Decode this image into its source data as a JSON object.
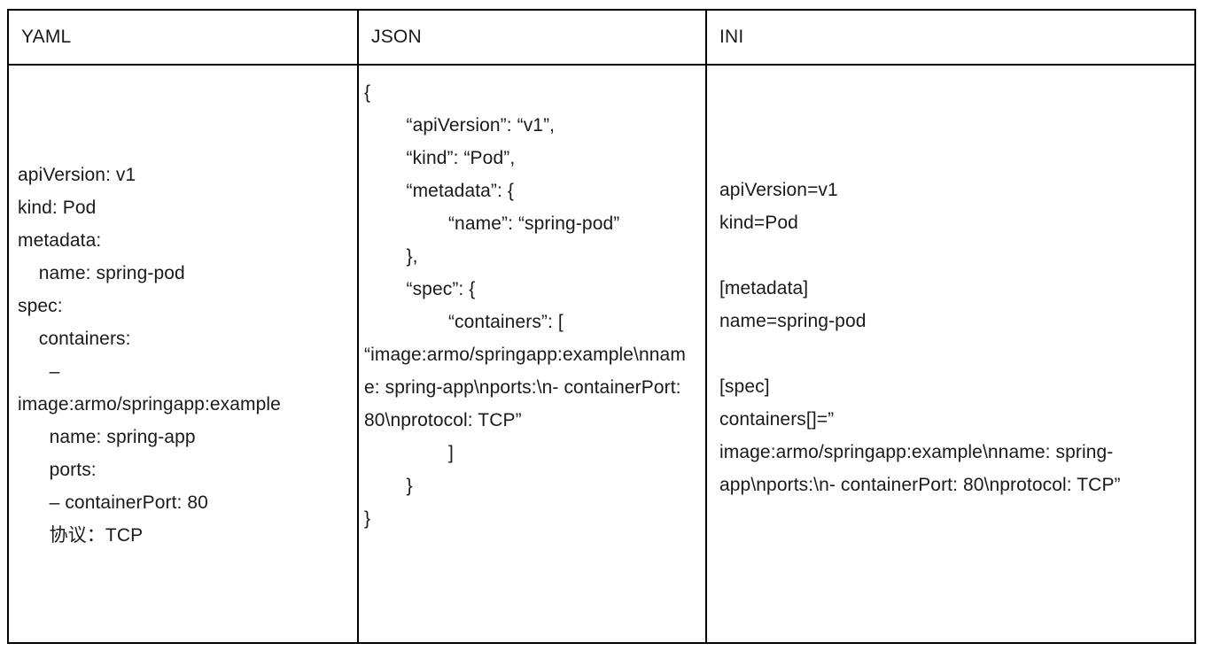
{
  "table": {
    "columns": [
      {
        "id": "yaml",
        "header": "YAML"
      },
      {
        "id": "json",
        "header": "JSON"
      },
      {
        "id": "ini",
        "header": "INI"
      }
    ],
    "border_color": "#000000",
    "background_color": "#ffffff",
    "text_color": "#1a1a1a"
  },
  "yaml": {
    "lines": [
      "apiVersion: v1",
      "kind: Pod",
      "metadata:",
      "    name: spring-pod",
      "spec:",
      "    containers:",
      "      –",
      "image:armo/springapp:example",
      "      name: spring-app",
      "      ports:",
      "      – containerPort: 80",
      "      协议：TCP"
    ],
    "full_text": "apiVersion: v1\nkind: Pod\nmetadata:\n    name: spring-pod\nspec:\n    containers:\n      –\nimage:armo/springapp:example\n      name: spring-app\n      ports:\n      – containerPort: 80\n      协议：TCP"
  },
  "json": {
    "lines": [
      "{",
      "        “apiVersion”: “v1”,",
      "        “kind”: “Pod”,",
      "        “metadata”: {",
      "                “name”: “spring-pod”",
      "        },",
      "        “spec”: {",
      "                “containers”: [",
      "“image:armo/springapp:example\\nname: spring-app\\nports:\\n- containerPort: 80\\nprotocol: TCP”",
      "                ]",
      "        }",
      "}"
    ],
    "full_text": "{\n        “apiVersion”: “v1”,\n        “kind”: “Pod”,\n        “metadata”: {\n                “name”: “spring-pod”\n        },\n        “spec”: {\n                “containers”: [\n“image:armo/springapp:example\\nname: spring-app\\nports:\\n- containerPort: 80\\nprotocol: TCP”\n                ]\n        }\n}"
  },
  "ini": {
    "lines": [
      "apiVersion=v1",
      "kind=Pod",
      "",
      "[metadata]",
      "name=spring-pod",
      "",
      "[spec]",
      "containers[]=”",
      "image:armo/springapp:example\\nname: spring-app\\nports:\\n- containerPort: 80\\nprotocol: TCP”"
    ],
    "full_text": "apiVersion=v1\nkind=Pod\n\n[metadata]\nname=spring-pod\n\n[spec]\ncontainers[]=”\nimage:armo/springapp:example\\nname: spring-app\\nports:\\n- containerPort: 80\\nprotocol: TCP”"
  }
}
